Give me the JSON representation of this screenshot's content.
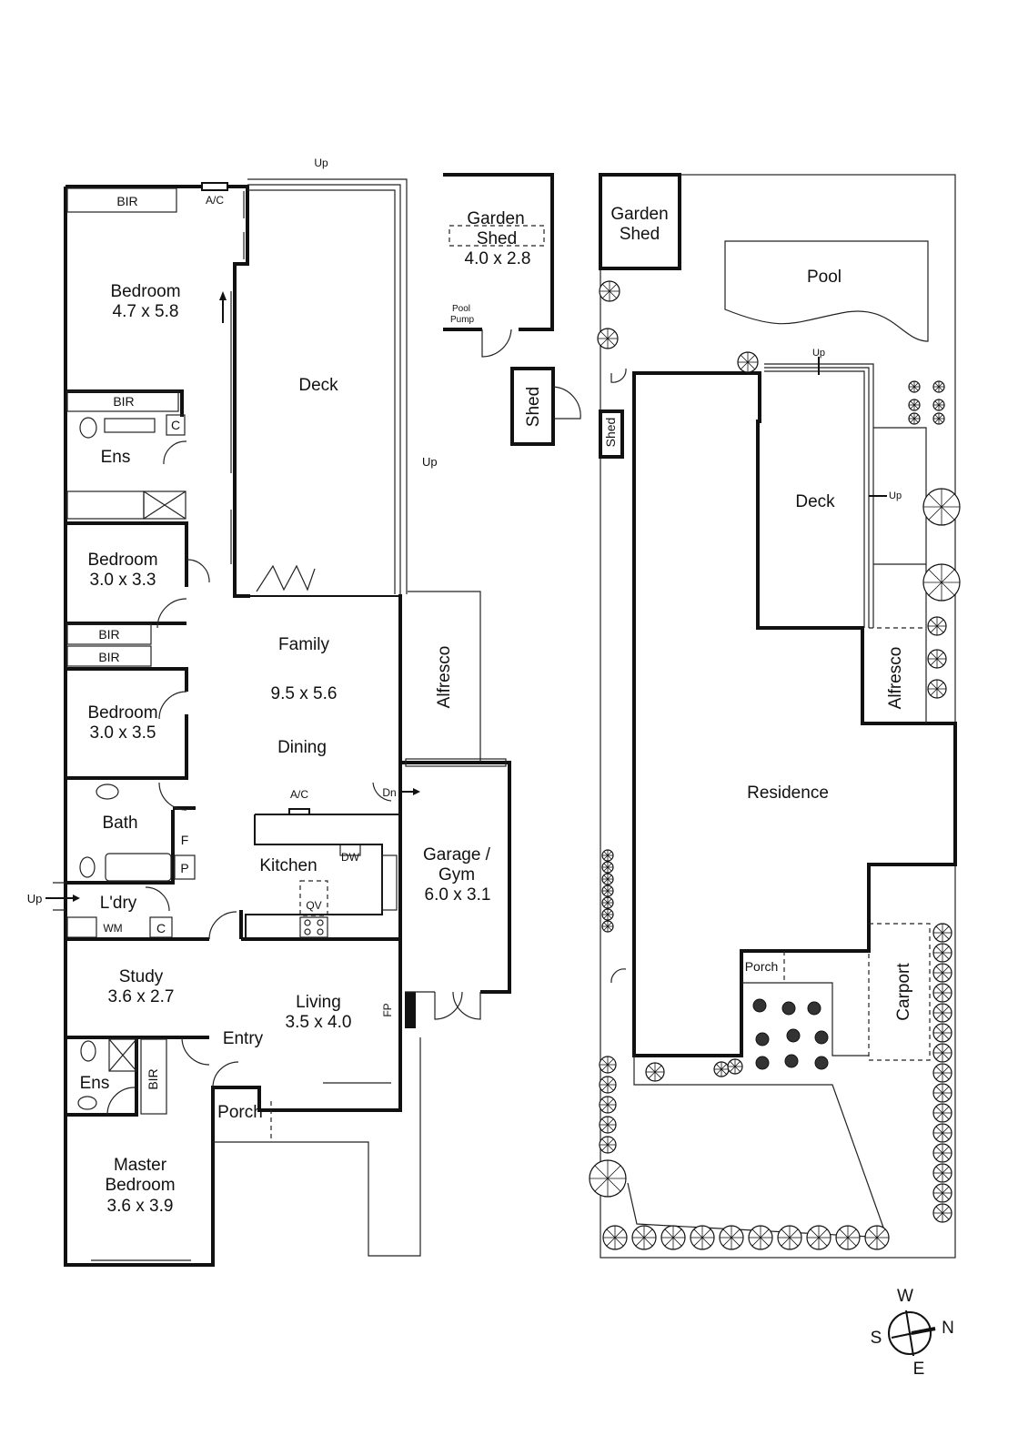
{
  "floor_plan": {
    "bir_top": "BIR",
    "ac_top": "A/C",
    "up_top": "Up",
    "bedroom1_name": "Bedroom",
    "bedroom1_size": "4.7 x 5.8",
    "deck_name": "Deck",
    "up_right": "Up",
    "bir_ens": "BIR",
    "cupboard_c1": "C",
    "ens_top": "Ens",
    "bedroom2_name": "Bedroom",
    "bedroom2_size": "3.0 x 3.3",
    "bir_mid1": "BIR",
    "bir_mid2": "BIR",
    "bedroom3_name": "Bedroom",
    "bedroom3_size": "3.0 x 3.5",
    "family_name": "Family",
    "family_size": "9.5 x 5.6",
    "dining_name": "Dining",
    "alfresco_name": "Alfresco",
    "bath_name": "Bath",
    "ac_kitchen": "A/C",
    "dn_label": "Dn",
    "fridge_label": "F",
    "pantry_label": "P",
    "kitchen_name": "Kitchen",
    "dw_label": "DW",
    "qv_label": "QV",
    "garage_name1": "Garage /",
    "garage_name2": "Gym",
    "garage_size": "6.0 x 3.1",
    "up_laundry": "Up",
    "laundry_name": "L'dry",
    "wm_label": "WM",
    "cupboard_c2": "C",
    "study_name": "Study",
    "study_size": "3.6 x 2.7",
    "living_name": "Living",
    "living_size": "3.5 x 4.0",
    "fp_label": "FP",
    "entry_name": "Entry",
    "ens_bottom": "Ens",
    "bir_bottom": "BIR",
    "porch_name": "Porch",
    "master_name1": "Master",
    "master_name2": "Bedroom",
    "master_size": "3.6 x 3.9"
  },
  "garden_shed_detail": {
    "name1": "Garden",
    "name2": "Shed",
    "size": "4.0 x 2.8",
    "pool_pump1": "Pool",
    "pool_pump2": "Pump",
    "shed_name": "Shed"
  },
  "site_plan": {
    "garden_shed1": "Garden",
    "garden_shed2": "Shed",
    "pool_name": "Pool",
    "up_top": "Up",
    "shed_name": "Shed",
    "deck_name": "Deck",
    "up_deck": "Up",
    "alfresco_name": "Alfresco",
    "residence_name": "Residence",
    "porch_name": "Porch",
    "carport_name": "Carport"
  },
  "compass": {
    "north": "N",
    "south": "S",
    "east": "E",
    "west": "W"
  }
}
